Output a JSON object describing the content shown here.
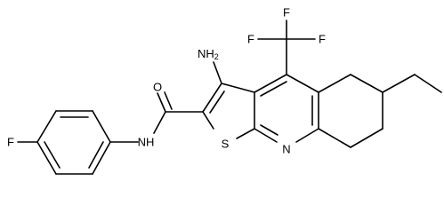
{
  "molecule": {
    "labels": {
      "f_top": "F",
      "f_left": "F",
      "f_right": "F",
      "f_aryl": "F",
      "nh2": "NH",
      "nh2_sub": "2",
      "oxygen": "O",
      "amide_nh": "NH",
      "sulfur": "S",
      "ring_n": "N"
    },
    "colors": {
      "bond": "#000000",
      "label": "#000000",
      "background": "#ffffff"
    }
  }
}
